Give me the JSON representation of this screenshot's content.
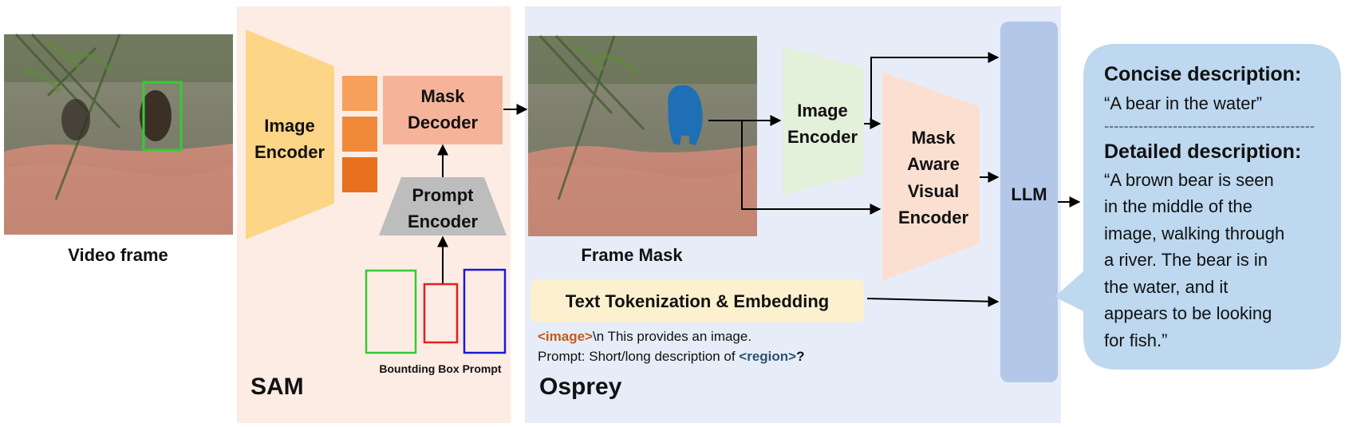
{
  "panels": {
    "sam_title": "SAM",
    "osprey_title": "Osprey"
  },
  "video_frame": {
    "caption": "Video frame"
  },
  "sam": {
    "image_encoder_line1": "Image",
    "image_encoder_line2": "Encoder",
    "mask_decoder_line1": "Mask",
    "mask_decoder_line2": "Decoder",
    "prompt_encoder_line1": "Prompt",
    "prompt_encoder_line2": "Encoder",
    "bbox_prompt_label": "Bountding Box Prompt"
  },
  "osprey": {
    "frame_mask_caption": "Frame Mask",
    "image_encoder_line1": "Image",
    "image_encoder_line2": "Encoder",
    "mave_line1": "Mask",
    "mave_line2": "Aware",
    "mave_line3": "Visual",
    "mave_line4": "Encoder",
    "text_tokenization": "Text Tokenization & Embedding",
    "prompt_image_token": "<image>",
    "prompt_line1_rest": "\\n This provides an image.",
    "prompt_line2_start": "Prompt: Short/long description of ",
    "prompt_region_token": "<region>",
    "prompt_line2_end": "?",
    "llm": "LLM"
  },
  "output": {
    "concise_heading": "Concise description:",
    "concise_text": "“A bear in the water”",
    "separator": "-------------------------------------------",
    "detailed_heading": "Detailed description:",
    "detailed_lines": [
      "“A brown bear is seen",
      "in the middle of the",
      "image, walking through",
      "a river. The bear is in",
      "the water, and it",
      "appears to be looking",
      "for fish.”"
    ]
  },
  "colors": {
    "sam_panel": "#fcece4",
    "osprey_panel": "#e6edf8",
    "sam_image_encoder": "#fdd587",
    "mask_decoder": "#f5b49a",
    "feature_token_light": "#f6a05c",
    "feature_token_mid": "#f08a3a",
    "feature_token_dark": "#e8701e",
    "prompt_encoder": "#bdbdbd",
    "osprey_image_encoder": "#e3f0da",
    "mave": "#fbe0d2",
    "llm": "#b3c7e8",
    "text_tokenization": "#fdf0cf",
    "speech_bubble": "#bdd8ef",
    "token_orange": "#c5591a",
    "token_blue": "#2d4f73",
    "bbox_green": "#33cc33",
    "bbox_red": "#e02020",
    "bbox_blue": "#1a1ad0"
  }
}
